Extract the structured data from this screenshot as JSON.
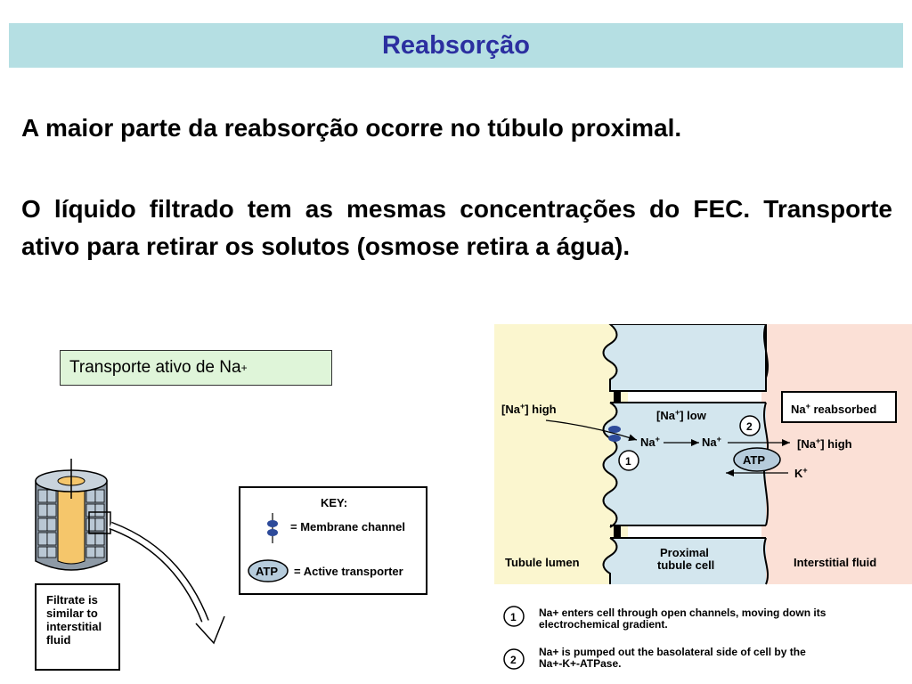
{
  "slide": {
    "title": "Reabsorção",
    "paragraph1": "A maior parte da reabsorção ocorre no túbulo proximal.",
    "paragraph2": "O líquido filtrado tem as mesmas concentrações do FEC. Transporte ativo para retirar os solutos (osmose retira a água).",
    "subtitle_text": "Transporte ativo de Na",
    "subtitle_sup": "+"
  },
  "left_diagram": {
    "filtrate_line1": "Filtrate is",
    "filtrate_line2": "similar to",
    "filtrate_line3": "interstitial",
    "filtrate_line4": "fluid"
  },
  "key": {
    "title": "KEY:",
    "channel_label": "= Membrane channel",
    "atp_symbol": "ATP",
    "transporter_label": "= Active transporter"
  },
  "cell_diagram": {
    "na_high_left_prefix": "[Na",
    "na_high_left_suffix": "] high",
    "na_low_prefix": "[Na",
    "na_low_suffix": "] low",
    "na_reabsorbed_prefix": "Na",
    "na_reabsorbed_suffix": " reabsorbed",
    "na_high_right_prefix": "[Na",
    "na_high_right_suffix": "] high",
    "na_ion_1": "Na",
    "na_ion_2": "Na",
    "plus": "+",
    "atp": "ATP",
    "k_ion": "K",
    "step1": "1",
    "step2": "2",
    "tubule_lumen": "Tubule lumen",
    "proximal_line1": "Proximal",
    "proximal_line2": "tubule cell",
    "interstitial_fluid": "Interstitial fluid"
  },
  "legend": {
    "num1": "1",
    "num2": "2",
    "item1_line1": "Na+ enters cell through open channels, moving down its",
    "item1_line2": "electrochemical gradient.",
    "item2_line1": "Na+ is pumped out the basolateral side of cell by the",
    "item2_line2": "Na+-K+-ATPase."
  },
  "colors": {
    "title_bg": "#b5dfe3",
    "title_text": "#2b2fa0",
    "subtitle_bg": "#dff5d9",
    "lumen": "#fbf6cf",
    "cell": "#d3e6ee",
    "interstitial": "#fbe0d6",
    "channel": "#2d4a9a"
  }
}
